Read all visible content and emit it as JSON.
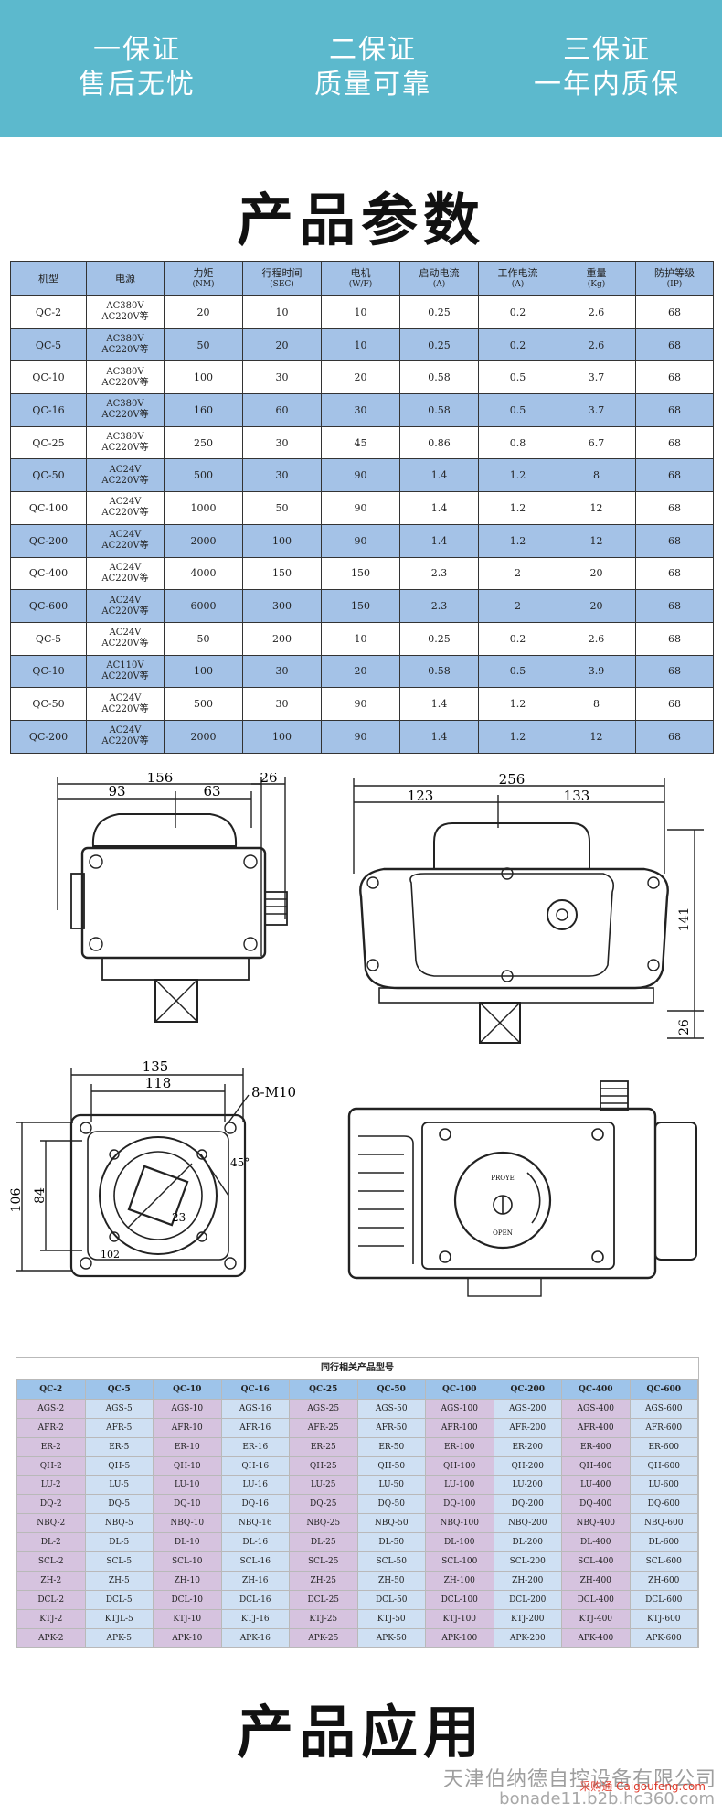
{
  "banner": {
    "color": "#5cb9cd",
    "guarantees": [
      {
        "title": "一保证",
        "desc": "售后无忧"
      },
      {
        "title": "二保证",
        "desc": "质量可靠"
      },
      {
        "title": "三保证",
        "desc": "一年内质保"
      }
    ]
  },
  "params_section": {
    "title": "产品参数",
    "headers": [
      {
        "main": "机型",
        "sub": ""
      },
      {
        "main": "电源",
        "sub": ""
      },
      {
        "main": "力矩",
        "sub": "(NM)"
      },
      {
        "main": "行程时间",
        "sub": "(SEC)"
      },
      {
        "main": "电机",
        "sub": "(W/F)"
      },
      {
        "main": "启动电流",
        "sub": "(A)"
      },
      {
        "main": "工作电流",
        "sub": "(A)"
      },
      {
        "main": "重量",
        "sub": "(Kg)"
      },
      {
        "main": "防护等级",
        "sub": "(IP)"
      }
    ],
    "rows": [
      {
        "model": "QC-2",
        "power1": "AC380V",
        "power2": "AC220V等",
        "torque": "20",
        "time": "10",
        "motor": "10",
        "start": "0.25",
        "work": "0.2",
        "weight": "2.6",
        "ip": "68"
      },
      {
        "model": "QC-5",
        "power1": "AC380V",
        "power2": "AC220V等",
        "torque": "50",
        "time": "20",
        "motor": "10",
        "start": "0.25",
        "work": "0.2",
        "weight": "2.6",
        "ip": "68"
      },
      {
        "model": "QC-10",
        "power1": "AC380V",
        "power2": "AC220V等",
        "torque": "100",
        "time": "30",
        "motor": "20",
        "start": "0.58",
        "work": "0.5",
        "weight": "3.7",
        "ip": "68"
      },
      {
        "model": "QC-16",
        "power1": "AC380V",
        "power2": "AC220V等",
        "torque": "160",
        "time": "60",
        "motor": "30",
        "start": "0.58",
        "work": "0.5",
        "weight": "3.7",
        "ip": "68"
      },
      {
        "model": "QC-25",
        "power1": "AC380V",
        "power2": "AC220V等",
        "torque": "250",
        "time": "30",
        "motor": "45",
        "start": "0.86",
        "work": "0.8",
        "weight": "6.7",
        "ip": "68"
      },
      {
        "model": "QC-50",
        "power1": "AC24V",
        "power2": "AC220V等",
        "torque": "500",
        "time": "30",
        "motor": "90",
        "start": "1.4",
        "work": "1.2",
        "weight": "8",
        "ip": "68"
      },
      {
        "model": "QC-100",
        "power1": "AC24V",
        "power2": "AC220V等",
        "torque": "1000",
        "time": "50",
        "motor": "90",
        "start": "1.4",
        "work": "1.2",
        "weight": "12",
        "ip": "68"
      },
      {
        "model": "QC-200",
        "power1": "AC24V",
        "power2": "AC220V等",
        "torque": "2000",
        "time": "100",
        "motor": "90",
        "start": "1.4",
        "work": "1.2",
        "weight": "12",
        "ip": "68"
      },
      {
        "model": "QC-400",
        "power1": "AC24V",
        "power2": "AC220V等",
        "torque": "4000",
        "time": "150",
        "motor": "150",
        "start": "2.3",
        "work": "2",
        "weight": "20",
        "ip": "68"
      },
      {
        "model": "QC-600",
        "power1": "AC24V",
        "power2": "AC220V等",
        "torque": "6000",
        "time": "300",
        "motor": "150",
        "start": "2.3",
        "work": "2",
        "weight": "20",
        "ip": "68"
      },
      {
        "model": "QC-5",
        "power1": "AC24V",
        "power2": "AC220V等",
        "torque": "50",
        "time": "200",
        "motor": "10",
        "start": "0.25",
        "work": "0.2",
        "weight": "2.6",
        "ip": "68"
      },
      {
        "model": "QC-10",
        "power1": "AC110V",
        "power2": "AC220V等",
        "torque": "100",
        "time": "30",
        "motor": "20",
        "start": "0.58",
        "work": "0.5",
        "weight": "3.9",
        "ip": "68"
      },
      {
        "model": "QC-50",
        "power1": "AC24V",
        "power2": "AC220V等",
        "torque": "500",
        "time": "30",
        "motor": "90",
        "start": "1.4",
        "work": "1.2",
        "weight": "8",
        "ip": "68"
      },
      {
        "model": "QC-200",
        "power1": "AC24V",
        "power2": "AC220V等",
        "torque": "2000",
        "time": "100",
        "motor": "90",
        "start": "1.4",
        "work": "1.2",
        "weight": "12",
        "ip": "68"
      }
    ]
  },
  "drawings": {
    "top_left": {
      "dim_total": "156",
      "dim_a": "93",
      "dim_b": "63",
      "dim_c": "26"
    },
    "top_right": {
      "dim_total": "256",
      "dim_a": "123",
      "dim_b": "133",
      "dim_h": "141",
      "dim_h2": "26"
    },
    "bottom_left": {
      "dim_w1": "135",
      "dim_w2": "118",
      "dim_h1": "106",
      "dim_h2": "84",
      "bolt": "8-M10",
      "angle": "45°",
      "inner": "23",
      "pcd": "102"
    },
    "bottom_right": {
      "dial_top": "PROYE",
      "dial_bottom": "OPEN"
    }
  },
  "related": {
    "caption": "同行相关产品型号",
    "headers": [
      "QC-2",
      "QC-5",
      "QC-10",
      "QC-16",
      "QC-25",
      "QC-50",
      "QC-100",
      "QC-200",
      "QC-400",
      "QC-600"
    ],
    "rows": [
      [
        "AGS-2",
        "AGS-5",
        "AGS-10",
        "AGS-16",
        "AGS-25",
        "AGS-50",
        "AGS-100",
        "AGS-200",
        "AGS-400",
        "AGS-600"
      ],
      [
        "AFR-2",
        "AFR-5",
        "AFR-10",
        "AFR-16",
        "AFR-25",
        "AFR-50",
        "AFR-100",
        "AFR-200",
        "AFR-400",
        "AFR-600"
      ],
      [
        "ER-2",
        "ER-5",
        "ER-10",
        "ER-16",
        "ER-25",
        "ER-50",
        "ER-100",
        "ER-200",
        "ER-400",
        "ER-600"
      ],
      [
        "QH-2",
        "QH-5",
        "QH-10",
        "QH-16",
        "QH-25",
        "QH-50",
        "QH-100",
        "QH-200",
        "QH-400",
        "QH-600"
      ],
      [
        "LU-2",
        "LU-5",
        "LU-10",
        "LU-16",
        "LU-25",
        "LU-50",
        "LU-100",
        "LU-200",
        "LU-400",
        "LU-600"
      ],
      [
        "DQ-2",
        "DQ-5",
        "DQ-10",
        "DQ-16",
        "DQ-25",
        "DQ-50",
        "DQ-100",
        "DQ-200",
        "DQ-400",
        "DQ-600"
      ],
      [
        "NBQ-2",
        "NBQ-5",
        "NBQ-10",
        "NBQ-16",
        "NBQ-25",
        "NBQ-50",
        "NBQ-100",
        "NBQ-200",
        "NBQ-400",
        "NBQ-600"
      ],
      [
        "DL-2",
        "DL-5",
        "DL-10",
        "DL-16",
        "DL-25",
        "DL-50",
        "DL-100",
        "DL-200",
        "DL-400",
        "DL-600"
      ],
      [
        "SCL-2",
        "SCL-5",
        "SCL-10",
        "SCL-16",
        "SCL-25",
        "SCL-50",
        "SCL-100",
        "SCL-200",
        "SCL-400",
        "SCL-600"
      ],
      [
        "ZH-2",
        "ZH-5",
        "ZH-10",
        "ZH-16",
        "ZH-25",
        "ZH-50",
        "ZH-100",
        "ZH-200",
        "ZH-400",
        "ZH-600"
      ],
      [
        "DCL-2",
        "DCL-5",
        "DCL-10",
        "DCL-16",
        "DCL-25",
        "DCL-50",
        "DCL-100",
        "DCL-200",
        "DCL-400",
        "DCL-600"
      ],
      [
        "KTJ-2",
        "KTJL-5",
        "KTJ-10",
        "KTJ-16",
        "KTJ-25",
        "KTJ-50",
        "KTJ-100",
        "KTJ-200",
        "KTJ-400",
        "KTJ-600"
      ],
      [
        "APK-2",
        "APK-5",
        "APK-10",
        "APK-16",
        "APK-25",
        "APK-50",
        "APK-100",
        "APK-200",
        "APK-400",
        "APK-600"
      ]
    ]
  },
  "application_section": {
    "title": "产品应用"
  },
  "footer": {
    "company": "天津伯纳德自控设备有限公司",
    "url": "bonade11.b2b.hc360.com",
    "site": "采购通 Caigoufeng.com"
  }
}
